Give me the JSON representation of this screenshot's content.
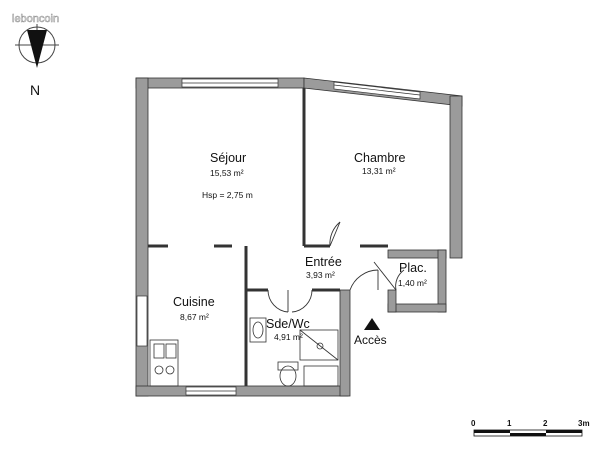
{
  "watermark": "leboncoin",
  "compass": {
    "label": "N"
  },
  "rooms": [
    {
      "id": "sejour",
      "name": "Séjour",
      "area": "15,53 m²",
      "note": "Hsp = 2,75 m"
    },
    {
      "id": "chambre",
      "name": "Chambre",
      "area": "13,31 m²"
    },
    {
      "id": "entree",
      "name": "Entrée",
      "area": "3,93 m²"
    },
    {
      "id": "plac",
      "name": "Plac.",
      "area": "1,40 m²"
    },
    {
      "id": "cuisine",
      "name": "Cuisine",
      "area": "8,67 m²"
    },
    {
      "id": "sdewc",
      "name": "Sde/Wc",
      "area": "4,91 m²"
    }
  ],
  "access": {
    "label": "Accès"
  },
  "scale": {
    "ticks": [
      "0",
      "1",
      "2",
      "3m"
    ]
  },
  "colors": {
    "wall": "#9b9b9b",
    "line": "#333333"
  }
}
